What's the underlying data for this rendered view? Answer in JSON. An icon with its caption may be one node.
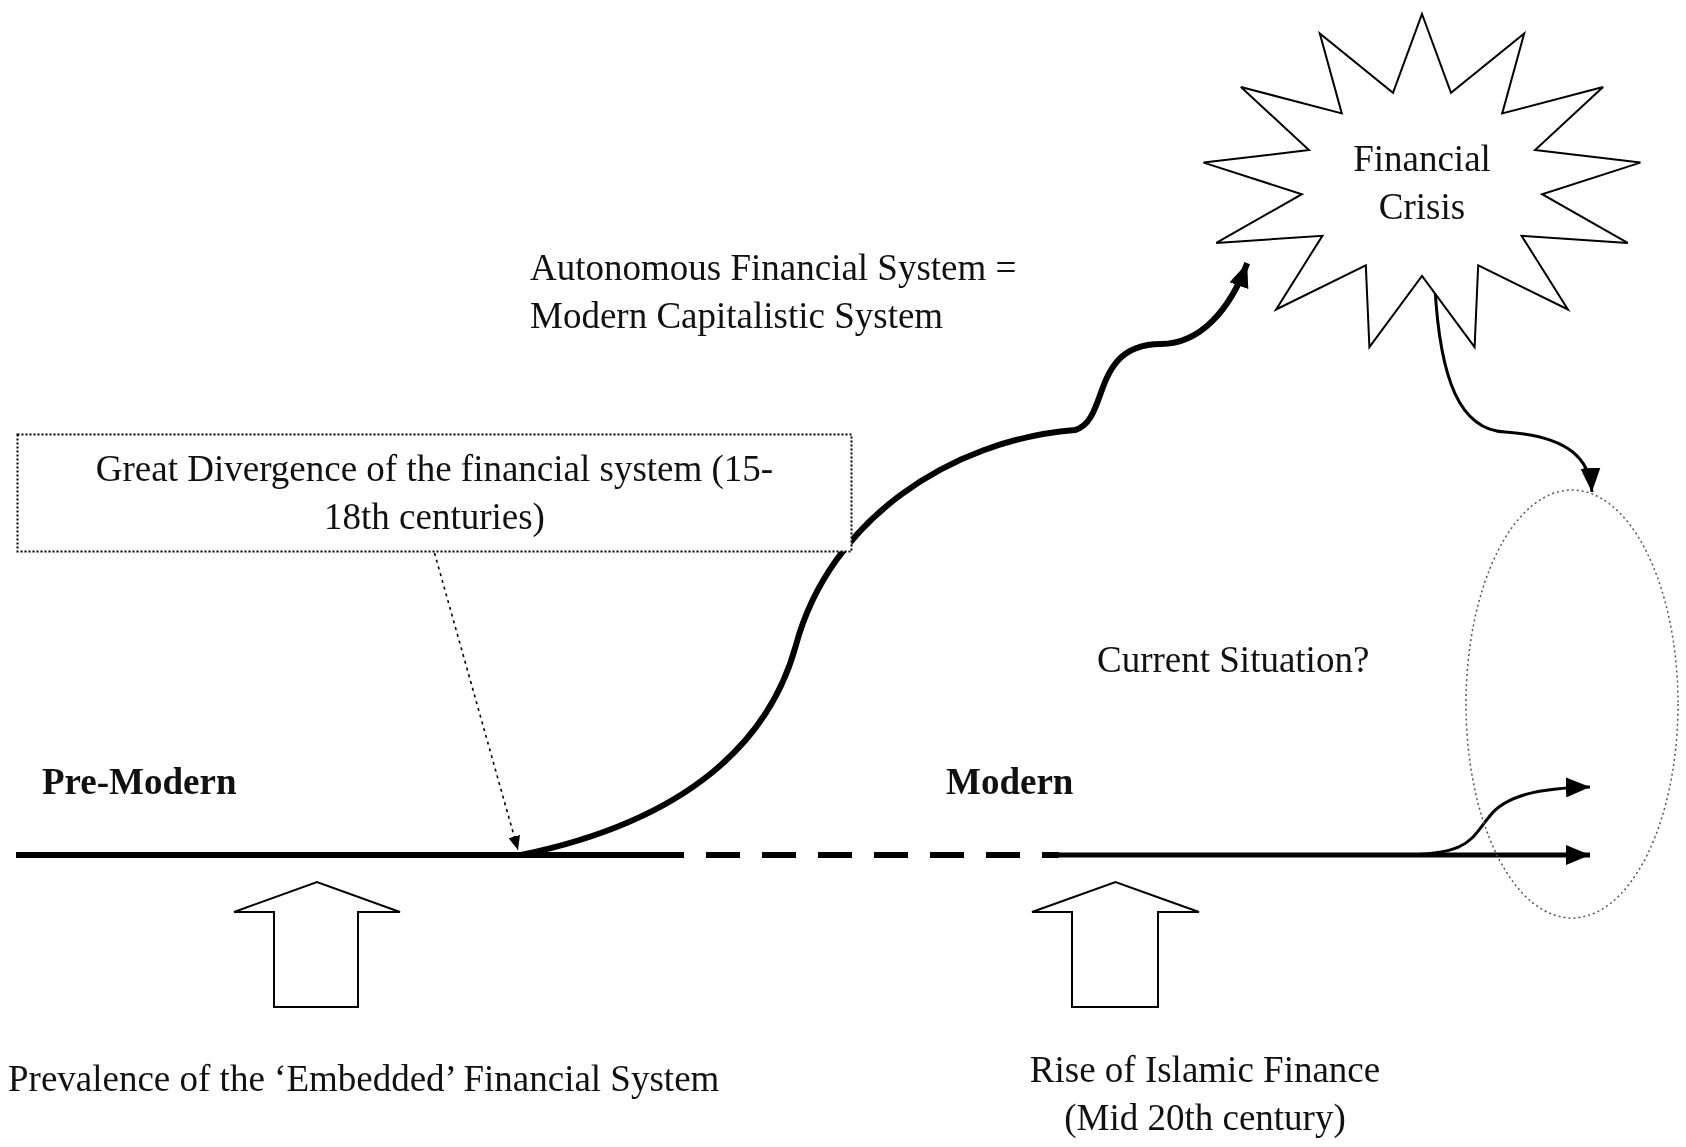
{
  "diagram": {
    "nodes": [
      {
        "text": [
          "Financial Crisis"
        ]
      },
      {
        "text": [
          "Great Divergence of the financial system (15-18th centuries)"
        ]
      },
      {
        "text": [],
        "shape": "ellipse",
        "beside": [
          "Current Situation?"
        ]
      }
    ],
    "edges": [
      {
        "from": 1,
        "to": null,
        "arrow": "to",
        "style": "dashed"
      },
      {
        "from": null,
        "to": 0,
        "arrow": "to",
        "style": "thick"
      },
      {
        "from": 0,
        "to": 2,
        "arrow": "to"
      }
    ],
    "labels": [
      "Autonomous Financial System = Modern Capitalistic System",
      "Pre-Modern",
      "Modern",
      "Prevalence of the ‘Embedded’ Financial System",
      "Rise of Islamic Finance (Mid 20th century)"
    ]
  }
}
